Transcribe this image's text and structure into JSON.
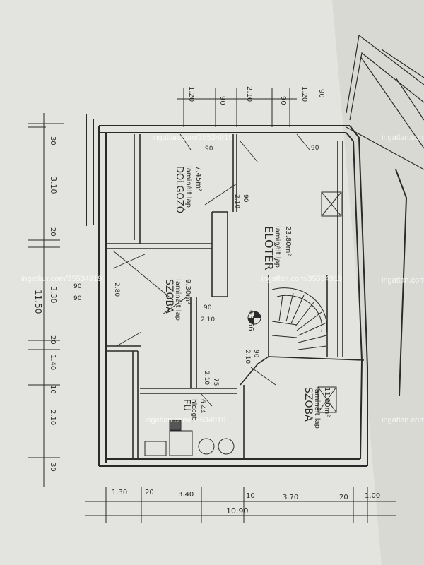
{
  "watermarks": [
    "ingatlan.com/35534919",
    "ingatlan.com/35534919",
    "ingatlan.com/35534919",
    "ingatlan.com/35534919",
    "ingatlan.com/35534919",
    "ingatlan.com/35534919",
    "ingatlan.com/35534919"
  ],
  "rooms": {
    "office": {
      "name": "DOLGOZÓ",
      "floor": "laminált lap",
      "area": "7.45m²"
    },
    "hall": {
      "name": "ELŐTÉR",
      "floor": "laminált lap",
      "area": "23.80m²"
    },
    "room_left": {
      "name": "SZOBA",
      "floor": "laminált lap",
      "area": "9.30m²"
    },
    "room_right": {
      "name": "SZOBA",
      "floor": "laminált lap",
      "area": "11.00m²"
    },
    "bath": {
      "name": "FÜ",
      "floor": "hidegb.",
      "area": "6.44"
    }
  },
  "dims_top": [
    "1.20",
    "90",
    "2.10",
    "90",
    "1.20",
    "90"
  ],
  "dims_left": [
    "30",
    "3.10",
    "20",
    "3.30",
    "20",
    "1.40",
    "10",
    "2.10",
    "30",
    "11.50"
  ],
  "dims_bottom": [
    "1.30",
    "20",
    "3.40",
    "10",
    "3.70",
    "20",
    "1.00",
    "10.90"
  ],
  "door_labels": [
    "90",
    "2.10",
    "90",
    "2.10",
    "90",
    "2.10",
    "75",
    "2.10",
    "90",
    "90",
    "2.80",
    "90",
    "90"
  ],
  "level_mark": "+3.56"
}
